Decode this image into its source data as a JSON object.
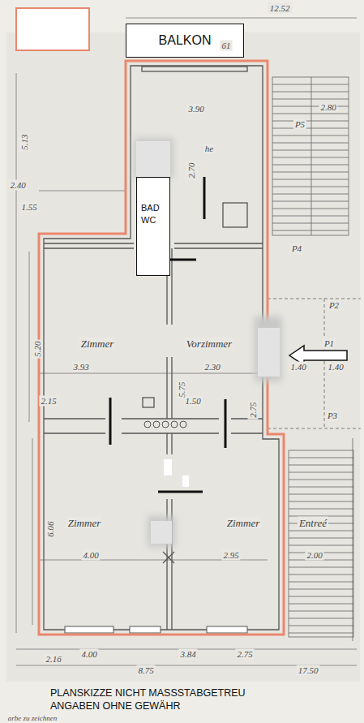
{
  "diagram": {
    "caption": "PLANSKIZZE NICHT MASSSTABGETREU ANGABEN OHNE GEWÄHR",
    "nodes": [
      {
        "text": [
          "BALKON"
        ]
      },
      {
        "text": [
          "BAD WC"
        ]
      }
    ],
    "labels": [
      "12.52",
      "61",
      "3.90",
      "he",
      "2.70",
      "5.13",
      "2.40",
      "1.55",
      "2.80",
      "P5",
      "P4",
      "P2",
      "P1",
      "P3",
      "5.20",
      "Zimmer",
      "Vorzimmer",
      "3.93",
      "2.30",
      "1.40",
      "1.40",
      "2.15",
      "1.50",
      "5.75",
      "2.75",
      "6.06",
      "Zimmer",
      "Zimmer",
      "Entreé",
      "4.00",
      "2.95",
      "2.00",
      "4.00",
      "3.84",
      "2.75",
      "2.16",
      "8.75",
      "17.50",
      "arbe zu zeichnen"
    ]
  }
}
